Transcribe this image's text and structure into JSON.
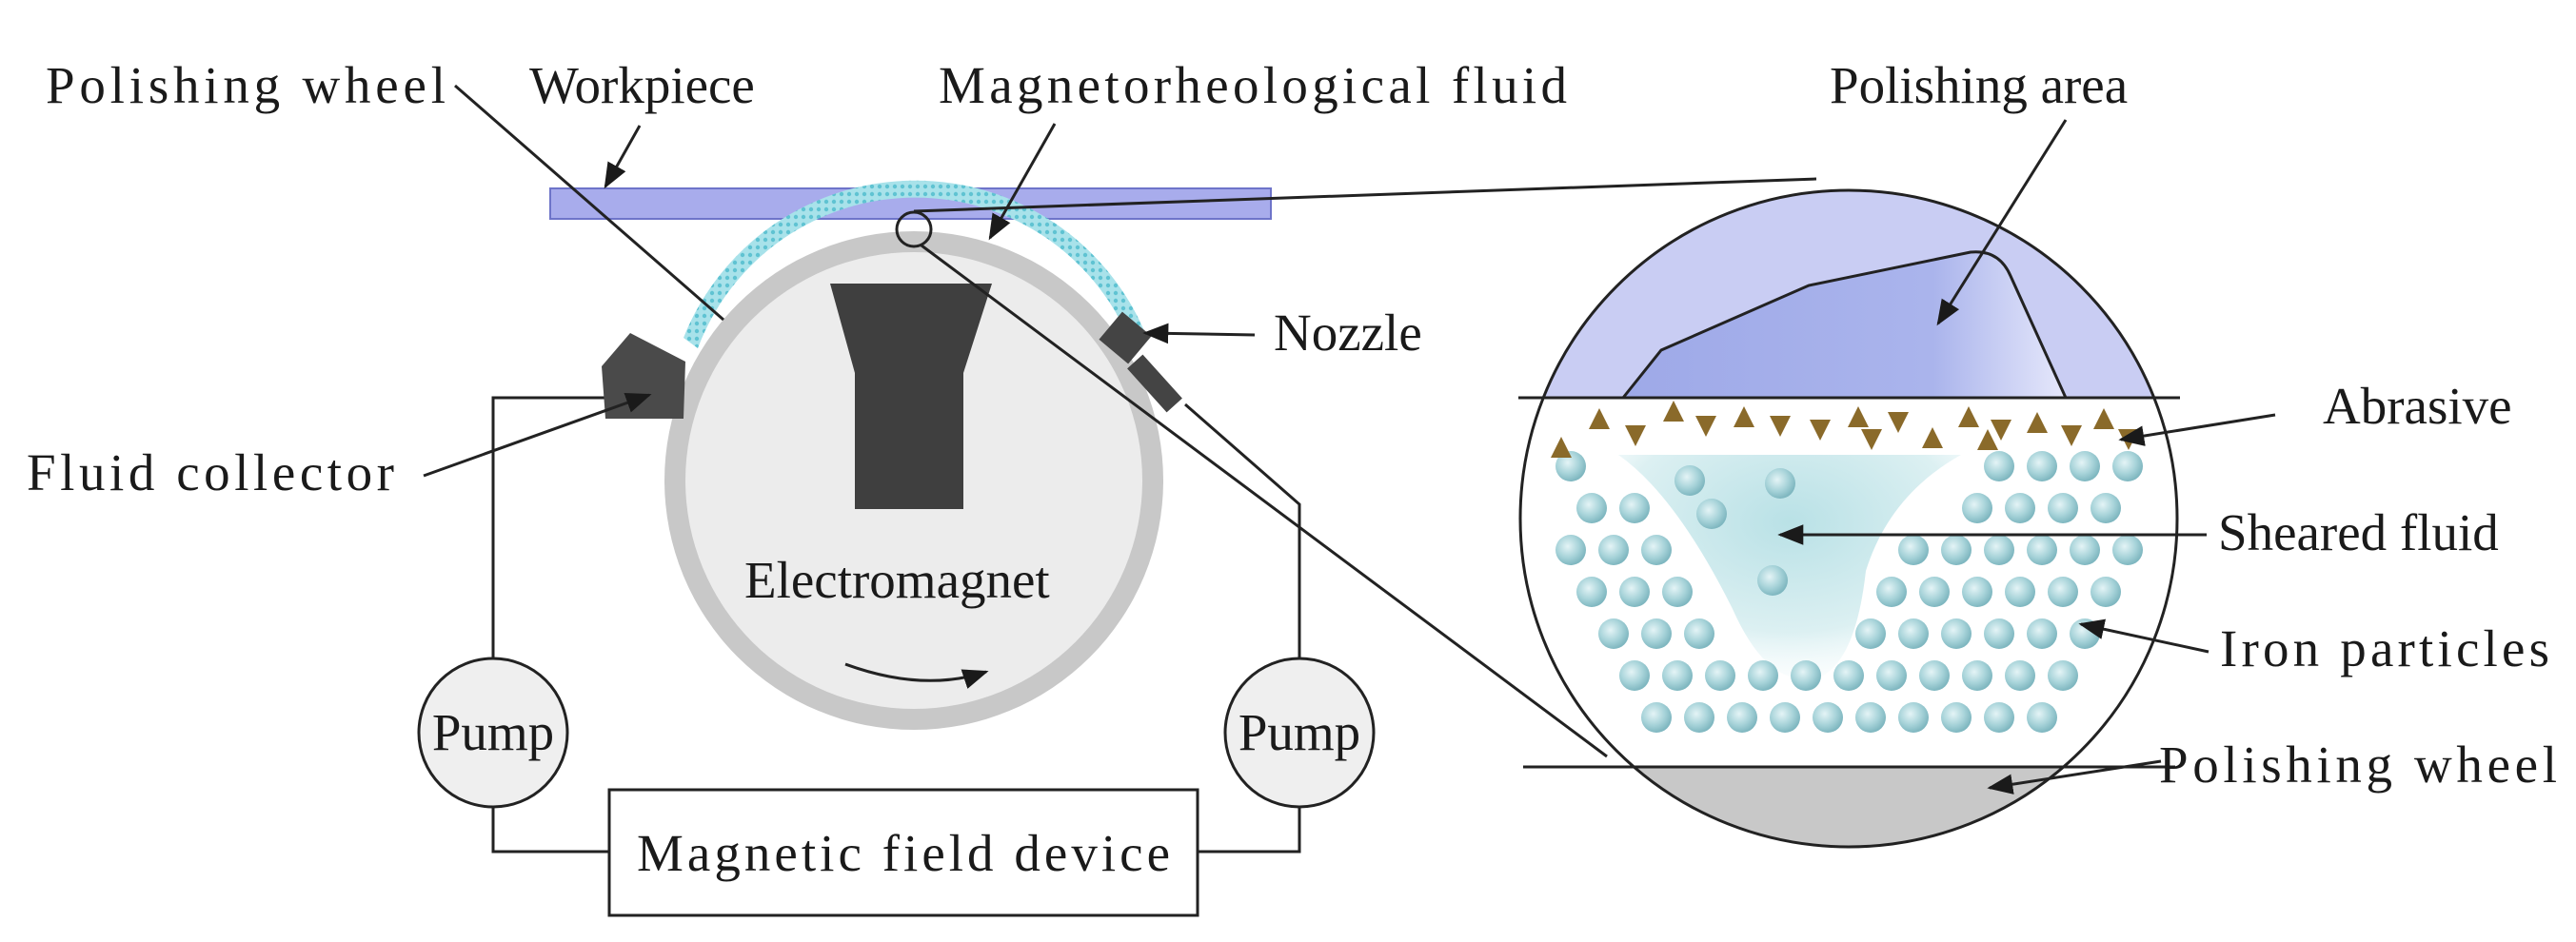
{
  "labels": {
    "polishing_wheel_top": "Polishing wheel",
    "workpiece": "Workpiece",
    "mr_fluid": "Magnetorheological fluid",
    "polishing_area": "Polishing area",
    "nozzle": "Nozzle",
    "fluid_collector": "Fluid collector",
    "electromagnet": "Electromagnet",
    "pump_left": "Pump",
    "pump_right": "Pump",
    "magnetic_field_device": "Magnetic field device",
    "abrasive": "Abrasive",
    "sheared_fluid": "Sheared fluid",
    "iron_particles": "Iron particles",
    "polishing_wheel_detail": "Polishing wheel"
  },
  "colors": {
    "workpiece": "#a8acec",
    "polishing_area_fill": "#a6b0ea",
    "zoom_top_bg": "#c9cdf3",
    "mr_fluid": "#7fd3df",
    "wheel_ring": "#c8c8c8",
    "wheel_face": "#ececec",
    "magnet_core": "#3f3f3f",
    "iron_particle": "#9fcfd6",
    "sheared_fluid": "#c5e6ea",
    "abrasive": "#8a6a2a",
    "detail_wheel": "#c8c8c8"
  }
}
